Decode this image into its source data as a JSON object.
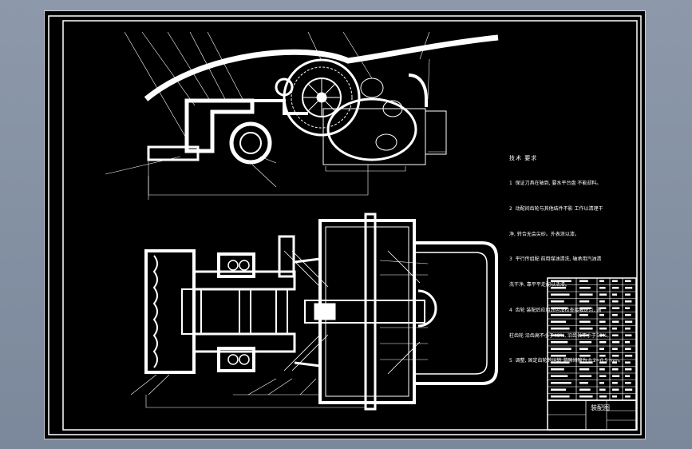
{
  "notes": {
    "title": "技术 要求",
    "lines": [
      "1  保证刀具在轴到, 要水平台盘 不能却料。",
      "2  动配间齿轮与其他结件不影 工作以清理干",
      "净, 转合无会尖砂。外表涂以漆。",
      "3  平行传组配 前用煤油清洗, 轴承用汽油清",
      "洗干净, 靠平平走配以活漆。",
      "4  齿轮 装配后应用涂色法检查接触斑点, 圆",
      "柱齿轮 沿齿高不小于40%, 沿齿长不小于50%。",
      "5  调整, 固定齿轮的运转 游隙间隙为 0.2~0.5 mm。"
    ]
  },
  "title_block": {
    "drawing_name": "装配图"
  },
  "colors": {
    "background": "#7f8b9e",
    "sheet": "#000000",
    "lines": "#ffffff"
  }
}
